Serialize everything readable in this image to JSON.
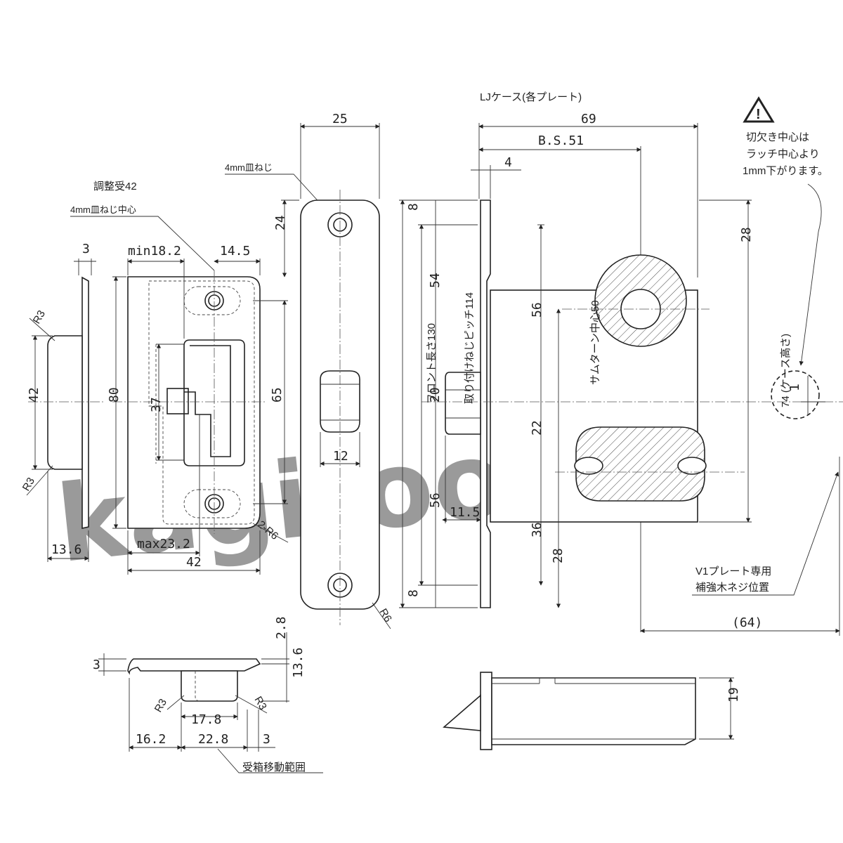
{
  "watermark": "kagiroom",
  "strike": {
    "title": "調整受42",
    "screw_center": "4mm皿ねじ中心",
    "dims": {
      "plate_thick": "3",
      "min": "min18.2",
      "offset": "14.5",
      "r_top": "R3",
      "r_bottom": "R3",
      "width42": "42",
      "height80": "80",
      "h37": "37",
      "h65": "65",
      "r6": "2-R6",
      "d136": "13.6",
      "max": "max23.2",
      "w42": "42"
    }
  },
  "strike_bottom": {
    "dims": {
      "t3": "3",
      "t28": "2.8",
      "t136": "13.6",
      "r_left": "R3",
      "r_right": "R3",
      "w178": "17.8",
      "w162": "16.2",
      "w228": "22.8",
      "w3": "3"
    },
    "range_label": "受箱移動範囲"
  },
  "front_plate": {
    "screw_label": "4mm皿ねじ",
    "dims": {
      "w25": "25",
      "h24": "24",
      "w12": "12",
      "r6": "R6"
    }
  },
  "case": {
    "title": "LJケース(各プレート)",
    "dims": {
      "w69": "69",
      "bs": "B.S.51",
      "w4": "4",
      "front_len": "フロント長さ130",
      "screw_pitch": "取り付けねじピッチ114",
      "v8top": "8",
      "v54": "54",
      "v20": "20",
      "v56b": "56",
      "v8bot": "8",
      "v56": "56",
      "thumb_center": "サムターン中心50",
      "v22": "22",
      "v36": "36",
      "v28b": "28",
      "w115": "11.5",
      "v28": "28",
      "case_height": "74 (ケース高さ)",
      "w64": "(64)"
    },
    "v1_note": [
      "V1プレート専用",
      "補強木ネジ位置"
    ]
  },
  "warning": {
    "icon": "warning-triangle-icon",
    "lines": [
      "切欠き中心は",
      "ラッチ中心より",
      "1mm下がります。"
    ],
    "detail_value": "1"
  },
  "side_view": {
    "dims": {
      "v19": "19"
    }
  }
}
